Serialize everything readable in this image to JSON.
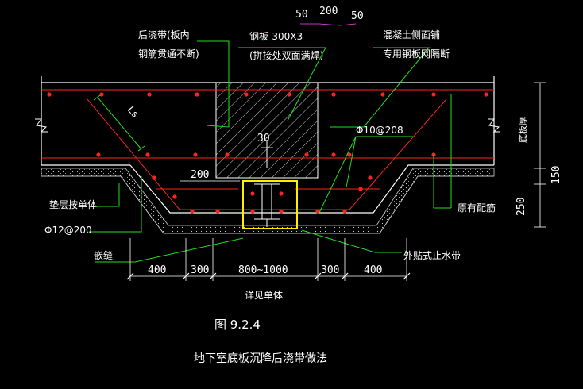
{
  "colors": {
    "background": "#000000",
    "outline": "#ffffff",
    "rebar": "#ff2222",
    "leader": "#22dd22",
    "dimension": "#ffffff",
    "highlight": "#ffee00",
    "concrete": "#cccccc",
    "magenta_dim": "#ff44ff"
  },
  "labels": {
    "post_pour_strip": "后浇带(板内",
    "post_pour_strip_2": "钢筋贯通不断)",
    "steel_plate": "钢板-300X3",
    "steel_plate_2": "(拼接处双面满焊)",
    "concrete_side_mesh": "混凝土侧面铺",
    "concrete_side_mesh_2": "专用钢板网隔断",
    "rebar_spec": "Φ10@208",
    "cushion": "垫层按单体",
    "cushion_rebar": "Φ12@200",
    "chamfer": "嵌缝",
    "original_rebar": "原有配筋",
    "waterstop": "外贴式止水带",
    "slab_thickness": "底板厚",
    "see_detail": "详见单体",
    "figure_number": "图 9.2.4",
    "figure_title": "地下室底板沉降后浇带做法",
    "ls": "Ls"
  },
  "dimensions": {
    "top_left": "50",
    "top_mid": "200",
    "top_right": "50",
    "plate_gap": "30",
    "plate_width": "200",
    "b1": "400",
    "b2": "300",
    "b3": "800~1000",
    "b4": "300",
    "b5": "400",
    "right_150": "150",
    "right_250": "250"
  }
}
